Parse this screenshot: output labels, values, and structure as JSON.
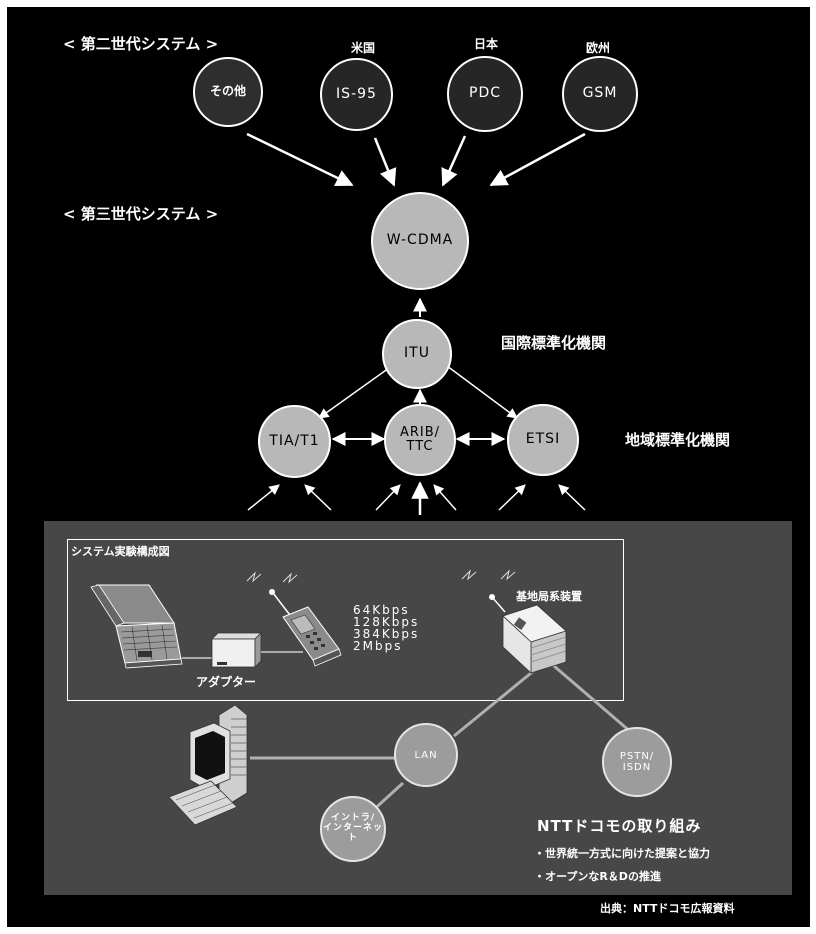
{
  "second_gen": {
    "heading": "< 第二世代システム >",
    "systems": [
      {
        "region": "",
        "name": "その他"
      },
      {
        "region": "米国",
        "name": "IS-95"
      },
      {
        "region": "日本",
        "name": "PDC"
      },
      {
        "region": "欧州",
        "name": "GSM"
      }
    ]
  },
  "third_gen": {
    "heading": "< 第三世代システム >",
    "system": "W-CDMA"
  },
  "international": {
    "label": "国際標準化機関",
    "body": "ITU"
  },
  "regional": {
    "label": "地域標準化機関",
    "bodies": [
      {
        "name": "TIA/T1"
      },
      {
        "line1": "ARIB/",
        "line2": "TTC"
      },
      {
        "name": "ETSI"
      }
    ]
  },
  "experiment": {
    "title": "システム実験構成図",
    "adapter": "アダプター",
    "speeds": [
      "64Kbps",
      "128Kbps",
      "384Kbps",
      "2Mbps"
    ],
    "base_station": "基地局系装置"
  },
  "network": {
    "lan": "LAN",
    "pstn_line1": "PSTN/",
    "pstn_line2": "ISDN",
    "intra_line1": "イントラ/",
    "intra_line2": "インターネット"
  },
  "docomo": {
    "title": "NTTドコモの取り組み",
    "bullets": [
      "・世界統一方式に向けた提案と協力",
      "・オープンなR＆Dの推進"
    ]
  },
  "source": "出典：NTTドコモ広報資料",
  "colors": {
    "background": "#000000",
    "panel": "#474747",
    "node_light": "#b8b8b8",
    "node_dark": "#2e2e2e",
    "link": "#b0b0b0"
  }
}
